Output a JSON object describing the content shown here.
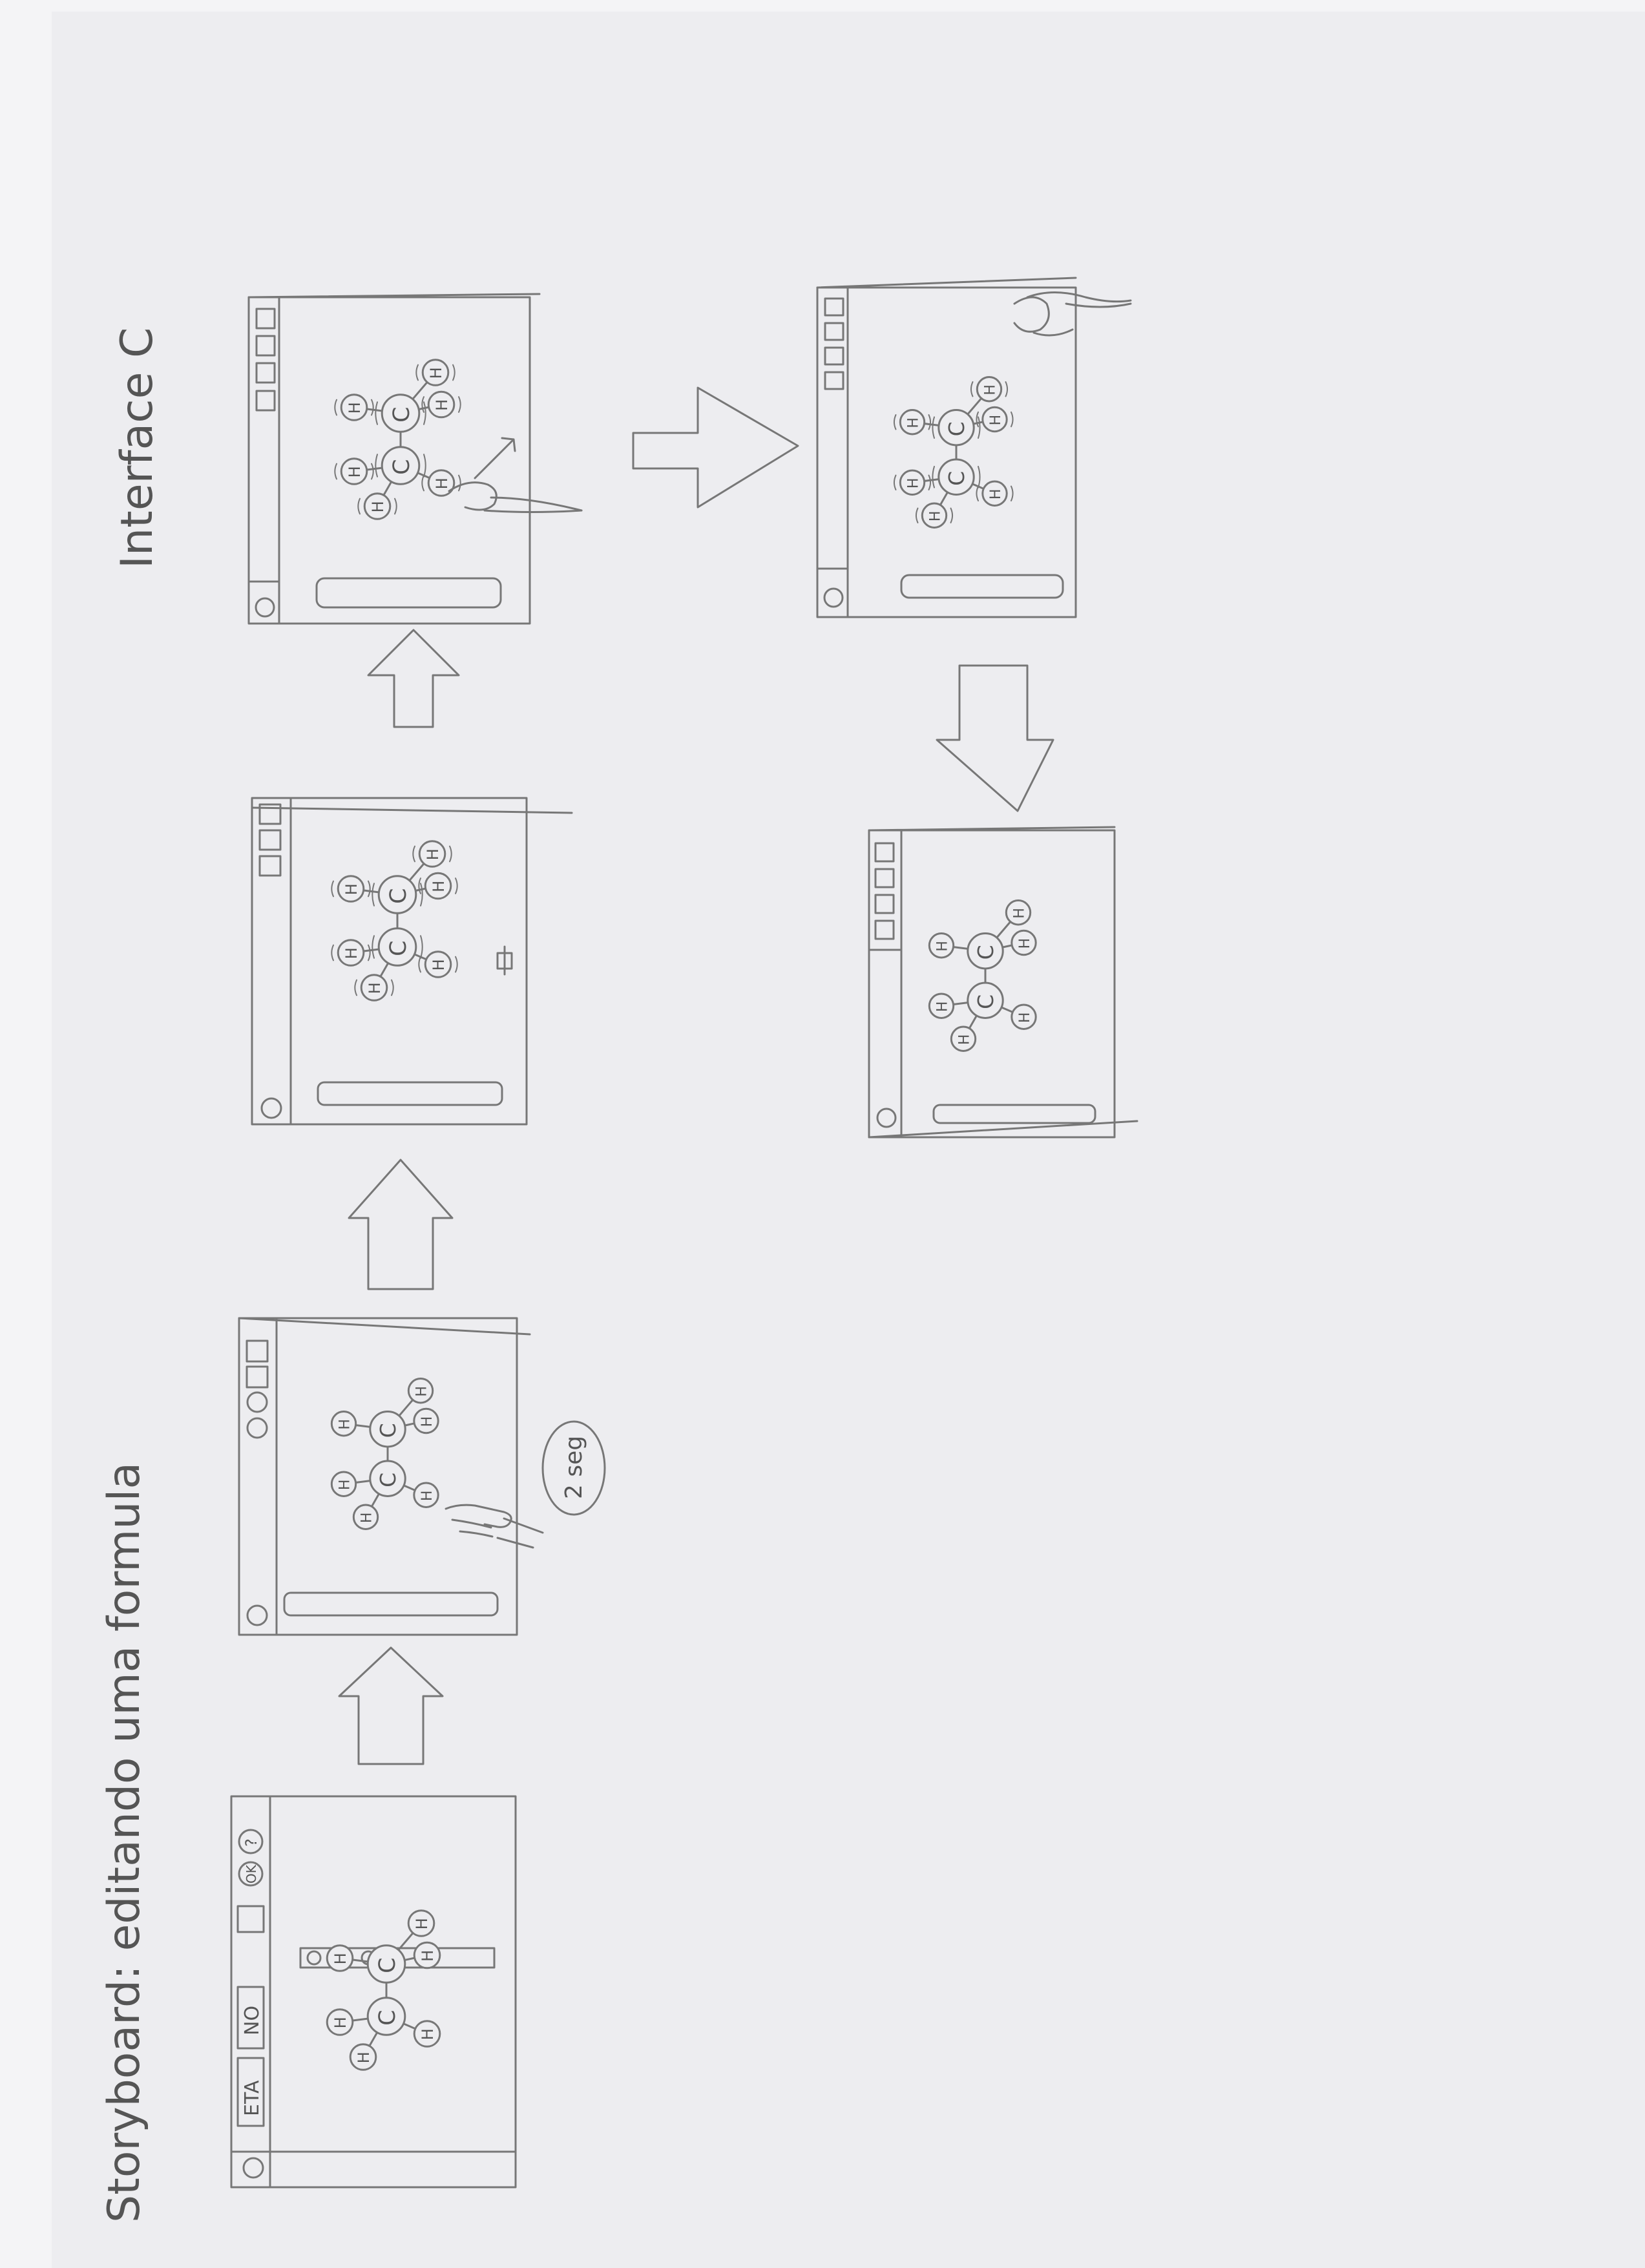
{
  "titles": {
    "storyboard": "Storyboard: editando uma formula",
    "interface": "Interface C"
  },
  "labels": {
    "tool_eta": "ETA",
    "tool_no": "NO",
    "tool_ok": "OK",
    "tool_help": "?",
    "timer": "2 seg"
  },
  "atoms": {
    "carbon": "C",
    "hydrogen": "H"
  }
}
